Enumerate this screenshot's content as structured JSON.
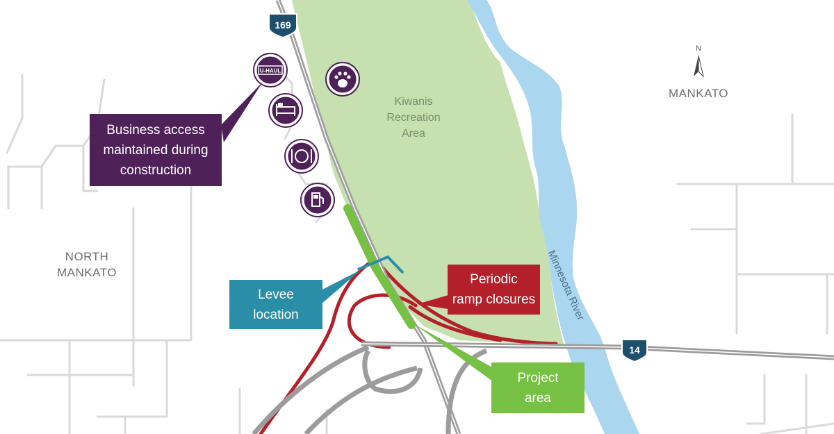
{
  "map": {
    "areas": {
      "north_mankato": "NORTH\nMANKATO",
      "mankato": "MANKATO"
    },
    "park_name": "Kiwanis\nRecreation\nArea",
    "river_name": "Minnesota River",
    "north_arrow": "N",
    "shields": {
      "hwy_169": "169",
      "hwy_14": "14"
    },
    "callouts": {
      "business_access": "Business access\nmaintained during\nconstruction",
      "levee": "Levee\nlocation",
      "ramp_closures": "Periodic\nramp closures",
      "project_area": "Project\narea"
    },
    "icons": [
      "uhaul-logo",
      "hotel-bed-icon",
      "restaurant-plate-icon",
      "gas-pump-icon",
      "paw-icon"
    ],
    "uhaul_text": "U-HAUL",
    "colors": {
      "park": "#c6e0b0",
      "river": "#aad7ef",
      "roads": "#9c9c9c",
      "purple": "#4e2158",
      "teal": "#2a8ea8",
      "red": "#b3202a",
      "green": "#76c043",
      "shield": "#1d4e6b"
    }
  }
}
